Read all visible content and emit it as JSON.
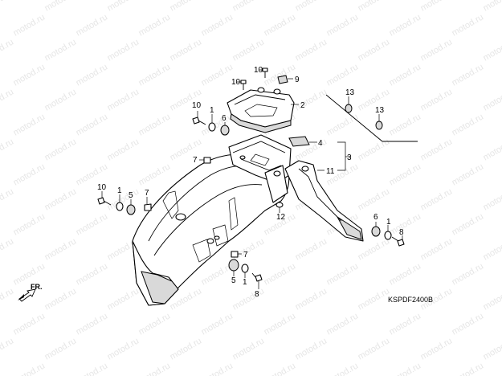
{
  "watermark": "motod.ru",
  "diagram_code": "KSPDF2400B",
  "front_arrow_label": "FR.",
  "callouts": [
    {
      "id": "c1a",
      "label": "1"
    },
    {
      "id": "c1b",
      "label": "1"
    },
    {
      "id": "c1c",
      "label": "1"
    },
    {
      "id": "c1d",
      "label": "1"
    },
    {
      "id": "c2",
      "label": "2"
    },
    {
      "id": "c3",
      "label": "3"
    },
    {
      "id": "c4",
      "label": "4"
    },
    {
      "id": "c5a",
      "label": "5"
    },
    {
      "id": "c5b",
      "label": "5"
    },
    {
      "id": "c6a",
      "label": "6"
    },
    {
      "id": "c6b",
      "label": "6"
    },
    {
      "id": "c7a",
      "label": "7"
    },
    {
      "id": "c7b",
      "label": "7"
    },
    {
      "id": "c7c",
      "label": "7"
    },
    {
      "id": "c8",
      "label": "8"
    },
    {
      "id": "c8b",
      "label": "8"
    },
    {
      "id": "c9",
      "label": "9"
    },
    {
      "id": "c10a",
      "label": "10"
    },
    {
      "id": "c10b",
      "label": "10"
    },
    {
      "id": "c10c",
      "label": "10"
    },
    {
      "id": "c10d",
      "label": "10"
    },
    {
      "id": "c11",
      "label": "11"
    },
    {
      "id": "c12",
      "label": "12"
    },
    {
      "id": "c13a",
      "label": "13"
    },
    {
      "id": "c13b",
      "label": "13"
    }
  ]
}
